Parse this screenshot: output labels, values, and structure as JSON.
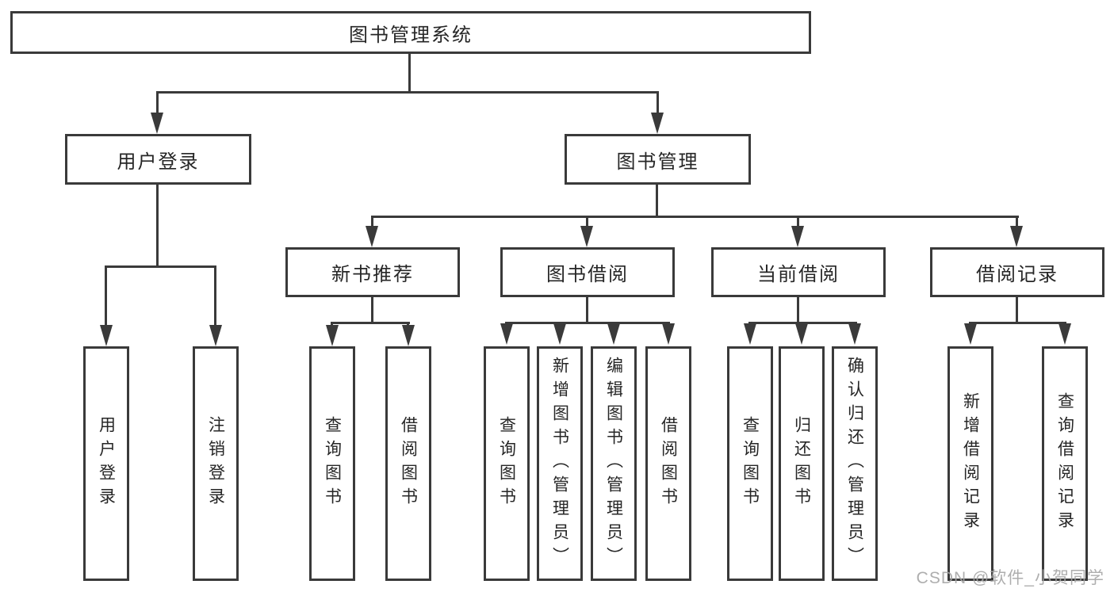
{
  "tree": {
    "root": {
      "label": "图书管理系统"
    },
    "branches": [
      {
        "label": "用户登录",
        "children": [
          {
            "label": "用户登录"
          },
          {
            "label": "注销登录"
          }
        ]
      },
      {
        "label": "图书管理",
        "children": [
          {
            "label": "新书推荐",
            "children": [
              {
                "label": "查询图书"
              },
              {
                "label": "借阅图书"
              }
            ]
          },
          {
            "label": "图书借阅",
            "children": [
              {
                "label": "查询图书"
              },
              {
                "label": "新增图书（管理员）"
              },
              {
                "label": "编辑图书（管理员）"
              },
              {
                "label": "借阅图书"
              }
            ]
          },
          {
            "label": "当前借阅",
            "children": [
              {
                "label": "查询图书"
              },
              {
                "label": "归还图书"
              },
              {
                "label": "确认归还（管理员）"
              }
            ]
          },
          {
            "label": "借阅记录",
            "children": [
              {
                "label": "新增借阅记录"
              },
              {
                "label": "查询借阅记录"
              }
            ]
          }
        ]
      }
    ]
  },
  "watermark": "CSDN @软件_小贺同学",
  "colors": {
    "line": "#3a3a3a",
    "text": "#262626",
    "background": "#ffffff",
    "watermark": "#a5a5a5"
  }
}
